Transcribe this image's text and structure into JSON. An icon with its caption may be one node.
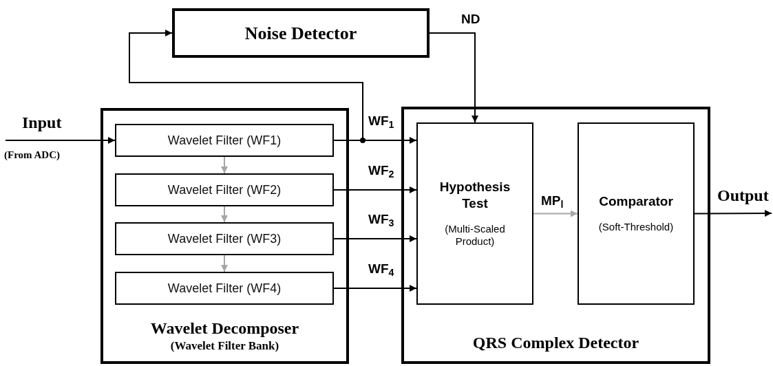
{
  "diagram": {
    "nodes": [
      {
        "text": [
          "Noise Detector"
        ]
      },
      {
        "text": [
          "Wavelet Decomposer",
          "(Wavelet Filter Bank)"
        ]
      },
      {
        "text": [
          "Wavelet Filter (WF1)"
        ],
        "in": 1
      },
      {
        "text": [
          "Wavelet Filter (WF2)"
        ],
        "in": 1
      },
      {
        "text": [
          "Wavelet Filter (WF3)"
        ],
        "in": 1
      },
      {
        "text": [
          "Wavelet Filter (WF4)"
        ],
        "in": 1
      },
      {
        "text": [
          "QRS Complex Detector"
        ]
      },
      {
        "text": [
          "Hypothesis Test",
          "(Multi-Scaled Product)"
        ],
        "in": 6
      },
      {
        "text": [
          "Comparator",
          "(Soft-Threshold)"
        ],
        "in": 6
      }
    ],
    "edges": [
      {
        "from": null,
        "to": 2,
        "arrow": "to",
        "label": "Input"
      },
      {
        "from": 2,
        "to": 3,
        "arrow": "to",
        "color": "#a6a6a6"
      },
      {
        "from": 3,
        "to": 4,
        "arrow": "to",
        "color": "#a6a6a6"
      },
      {
        "from": 4,
        "to": 5,
        "arrow": "to",
        "color": "#a6a6a6"
      },
      {
        "from": 2,
        "to": 7,
        "arrow": "to",
        "label": "WF$_{1}$"
      },
      {
        "from": 3,
        "to": 7,
        "arrow": "to",
        "label": "WF$_{2}$"
      },
      {
        "from": 4,
        "to": 7,
        "arrow": "to",
        "label": "WF$_{3}$"
      },
      {
        "from": 5,
        "to": 7,
        "arrow": "to",
        "label": "WF$_{4}$"
      },
      {
        "from": 2,
        "to": 0,
        "arrow": "to"
      },
      {
        "from": 0,
        "to": 7,
        "arrow": "to",
        "label": "ND"
      },
      {
        "from": 7,
        "to": 8,
        "arrow": "to",
        "label": "MP$_{l}$",
        "color": "#a6a6a6"
      },
      {
        "from": 8,
        "to": null,
        "arrow": "to",
        "label": "Output"
      }
    ],
    "labels": [
      "(From ADC)"
    ]
  }
}
